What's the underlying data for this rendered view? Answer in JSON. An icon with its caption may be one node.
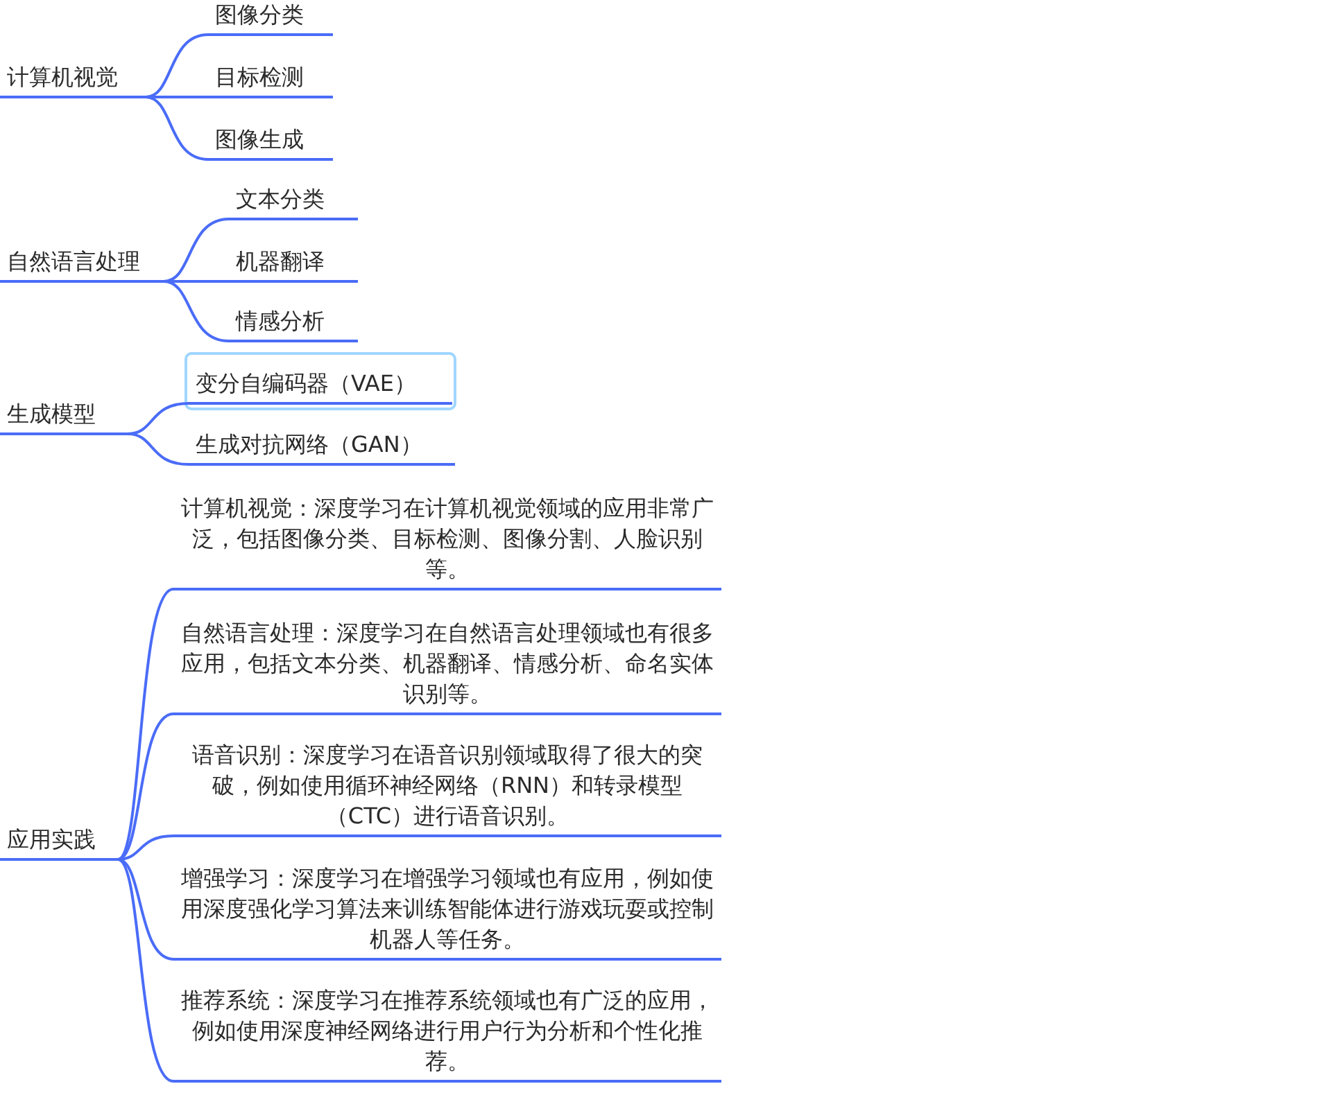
{
  "diagram": {
    "nodes": [
      {
        "text": [
          "计算机视觉"
        ]
      },
      {
        "text": [
          "图像分类"
        ]
      },
      {
        "text": [
          "目标检测"
        ]
      },
      {
        "text": [
          "图像生成"
        ]
      },
      {
        "text": [
          "自然语言处理"
        ]
      },
      {
        "text": [
          "文本分类"
        ]
      },
      {
        "text": [
          "机器翻译"
        ]
      },
      {
        "text": [
          "情感分析"
        ]
      },
      {
        "text": [
          "生成模型"
        ]
      },
      {
        "text": [
          "变分自编码器（VAE）"
        ]
      },
      {
        "text": [
          "生成对抗网络（GAN）"
        ]
      },
      {
        "text": [
          "应用实践"
        ]
      },
      {
        "text": [
          "计算机视觉：深度学习在计算机视觉领域的应用非常广泛，包括图像分类、目标检测、图像分割、人脸识别等。"
        ]
      },
      {
        "text": [
          "自然语言处理：深度学习在自然语言处理领域也有很多应用，包括文本分类、机器翻译、情感分析、命名实体识别等。"
        ]
      },
      {
        "text": [
          "语音识别：深度学习在语音识别领域取得了很大的突破，例如使用循环神经网络（RNN）和转录模型（CTC）进行语音识别。"
        ]
      },
      {
        "text": [
          "增强学习：深度学习在增强学习领域也有应用，例如使用深度强化学习算法来训练智能体进行游戏玩耍或控制机器人等任务。"
        ]
      },
      {
        "text": [
          "推荐系统：深度学习在推荐系统领域也有广泛的应用，例如使用深度神经网络进行用户行为分析和个性化推荐。"
        ]
      }
    ],
    "edges": [
      {
        "from": 0,
        "to": 1,
        "arrow": "none"
      },
      {
        "from": 0,
        "to": 2,
        "arrow": "none"
      },
      {
        "from": 0,
        "to": 3,
        "arrow": "none"
      },
      {
        "from": 4,
        "to": 5,
        "arrow": "none"
      },
      {
        "from": 4,
        "to": 6,
        "arrow": "none"
      },
      {
        "from": 4,
        "to": 7,
        "arrow": "none"
      },
      {
        "from": 8,
        "to": 9,
        "arrow": "none"
      },
      {
        "from": 8,
        "to": 10,
        "arrow": "none"
      },
      {
        "from": 11,
        "to": 12,
        "arrow": "none"
      },
      {
        "from": 11,
        "to": 13,
        "arrow": "none"
      },
      {
        "from": 11,
        "to": 14,
        "arrow": "none"
      },
      {
        "from": 11,
        "to": 15,
        "arrow": "none"
      },
      {
        "from": 11,
        "to": 16,
        "arrow": "none"
      }
    ]
  }
}
